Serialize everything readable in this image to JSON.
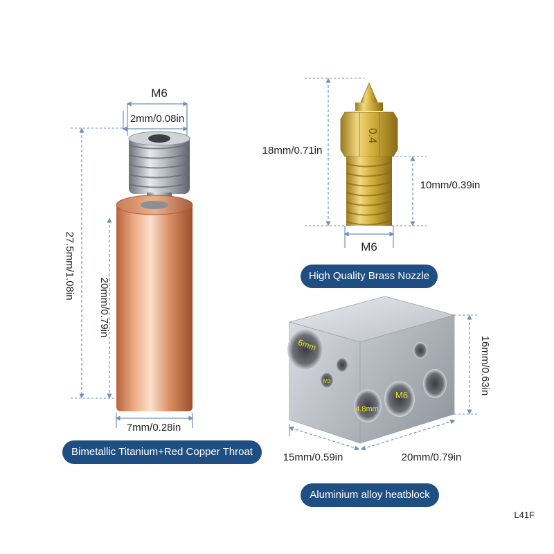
{
  "throat": {
    "m6_label": "M6",
    "bore_label": "2mm/0.08in",
    "total_length_label": "27.5mm/1.08in",
    "body_length_label": "20mm/0.79in",
    "diameter_label": "7mm/0.28in",
    "caption": "Bimetallic Titanium+Red Copper Throat"
  },
  "nozzle": {
    "length_label": "18mm/0.71in",
    "thread_length_label": "10mm/0.39in",
    "thread_label": "M6",
    "engraving": "0.4",
    "caption": "High Quality Brass Nozzle"
  },
  "heatblock": {
    "height_label": "16mm/0.63in",
    "depth_label": "15mm/0.59in",
    "width_label": "20mm/0.79in",
    "hole_6mm": "6mm",
    "hole_m3": "M3",
    "hole_4_8mm": "4.8mm",
    "hole_m6": "M6",
    "caption": "Aluminium alloy heatblock"
  },
  "product_code": "L41F",
  "colors": {
    "badge": "#1f4f82",
    "dimension_line": "#6f8fb8",
    "copper": "#d98e63",
    "brass": "#d4b13f",
    "steel": "#aeb3b8",
    "aluminium": "#c9cdd3",
    "hole_label": "#f2e21e"
  }
}
